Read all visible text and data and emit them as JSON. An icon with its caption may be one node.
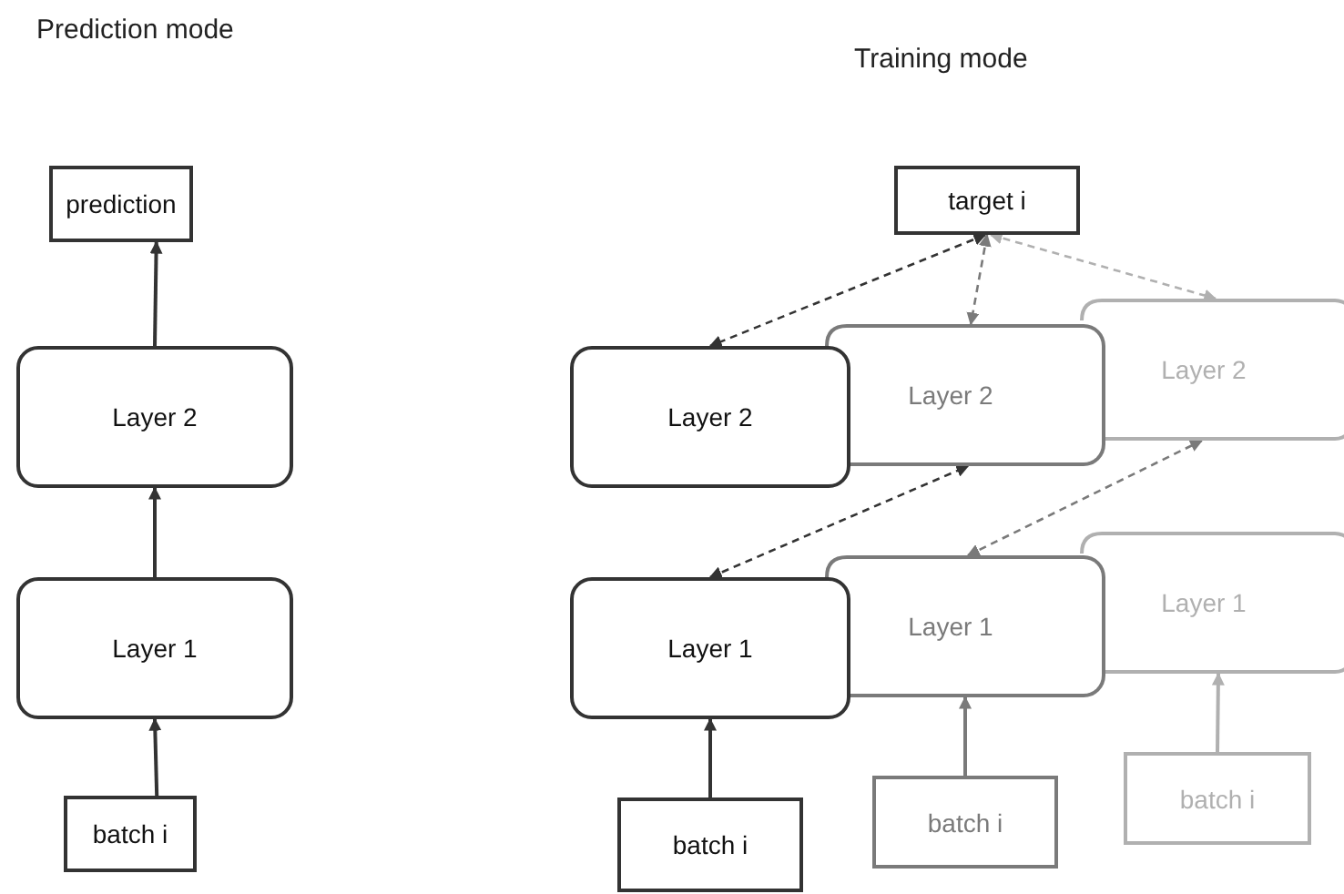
{
  "diagram": {
    "nodes": [
      {
        "text": [
          "prediction"
        ]
      },
      {
        "text": [
          "Layer 2"
        ]
      },
      {
        "text": [
          "Layer 1"
        ]
      },
      {
        "text": [
          "batch i"
        ]
      },
      {
        "text": [
          "target i"
        ]
      },
      {
        "text": [
          "Layer 2"
        ]
      },
      {
        "text": [
          "Layer 2"
        ]
      },
      {
        "text": [
          "Layer 2"
        ]
      },
      {
        "text": [
          "Layer 1"
        ]
      },
      {
        "text": [
          "Layer 1"
        ]
      },
      {
        "text": [
          "Layer 1"
        ]
      },
      {
        "text": [
          "batch i"
        ]
      },
      {
        "text": [
          "batch i"
        ]
      },
      {
        "text": [
          "batch i"
        ]
      }
    ],
    "edges": [
      {
        "from": 3,
        "to": 2,
        "arrow": "to"
      },
      {
        "from": 2,
        "to": 1,
        "arrow": "to"
      },
      {
        "from": 1,
        "to": 0,
        "arrow": "to"
      },
      {
        "from": 4,
        "to": 5,
        "arrow": "both",
        "style": "dashed"
      },
      {
        "from": 4,
        "to": 6,
        "arrow": "both",
        "style": "dashed",
        "color": "#7a7a7a"
      },
      {
        "from": 4,
        "to": 7,
        "arrow": "both",
        "style": "dashed",
        "color": "#b0b0b0"
      },
      {
        "from": 8,
        "to": 6,
        "arrow": "both",
        "style": "dashed"
      },
      {
        "from": 9,
        "to": 7,
        "arrow": "both",
        "style": "dashed",
        "color": "#7a7a7a"
      },
      {
        "from": 11,
        "to": 8,
        "arrow": "to"
      },
      {
        "from": 12,
        "to": 9,
        "arrow": "to",
        "color": "#7a7a7a"
      },
      {
        "from": 13,
        "to": 10,
        "arrow": "to",
        "color": "#b0b0b0"
      }
    ],
    "labels": [
      "Prediction mode",
      "Training mode"
    ]
  }
}
